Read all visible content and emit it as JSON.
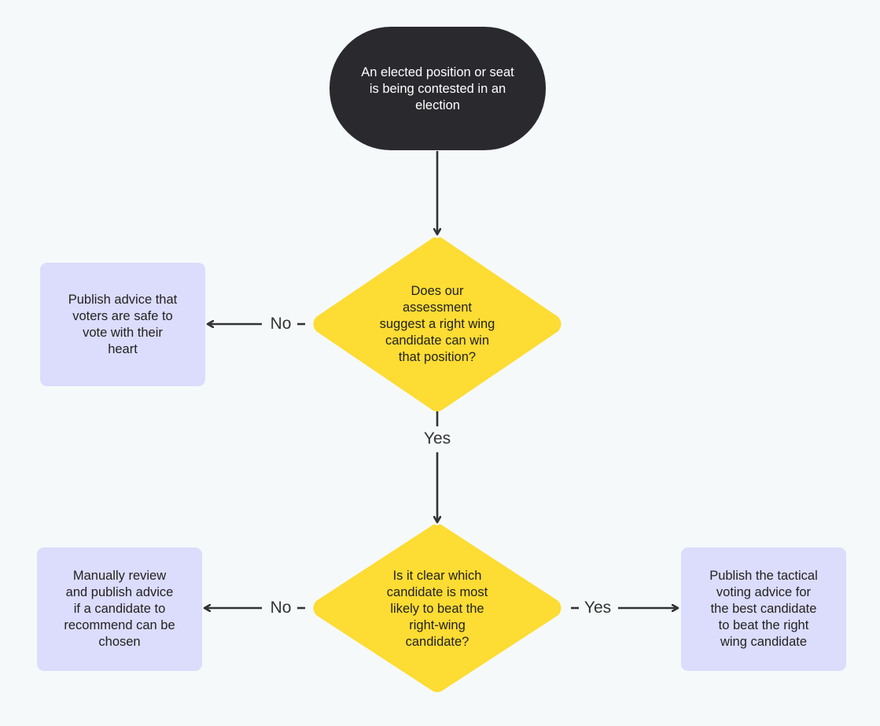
{
  "nodes": {
    "start": "An elected position or seat\nis being contested in an\nelection",
    "decision1": "Does our\nassessment\nsuggest a right wing\ncandidate can win\nthat position?",
    "safe_advice": "Publish advice that\nvoters are safe to\nvote with their\nheart",
    "decision2": "Is it clear which\ncandidate is most\nlikely to beat the\nright-wing\ncandidate?",
    "manual_review": "Manually review\nand publish advice\nif a candidate to\nrecommend can be\nchosen",
    "tactical_advice": "Publish the tactical\nvoting advice for\nthe best candidate\nto beat the right\nwing candidate"
  },
  "edges": {
    "decision1_no": "No",
    "decision1_yes": "Yes",
    "decision2_no": "No",
    "decision2_yes": "Yes"
  },
  "colors": {
    "background": "#f5f9fa",
    "start_fill": "#2a2a2e",
    "decision_fill": "#fddc33",
    "action_fill": "#dcdcfc",
    "line": "#333333"
  }
}
